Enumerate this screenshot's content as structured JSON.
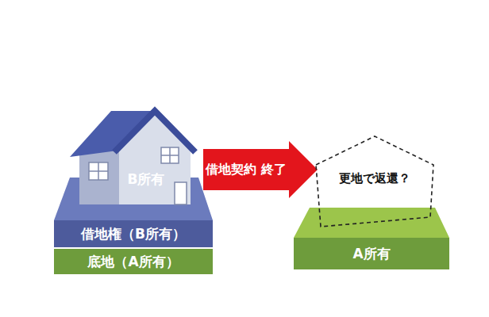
{
  "diagram": {
    "nodes": [
      {
        "text": [
          "B所有"
        ]
      },
      {
        "text": [
          "借地権（B所有）"
        ]
      },
      {
        "text": [
          "底地（A所有）"
        ]
      },
      {
        "text": [
          "借地契約 終了"
        ]
      },
      {
        "text": [
          "更地で返還？"
        ]
      },
      {
        "text": [
          "A所有"
        ]
      }
    ]
  }
}
